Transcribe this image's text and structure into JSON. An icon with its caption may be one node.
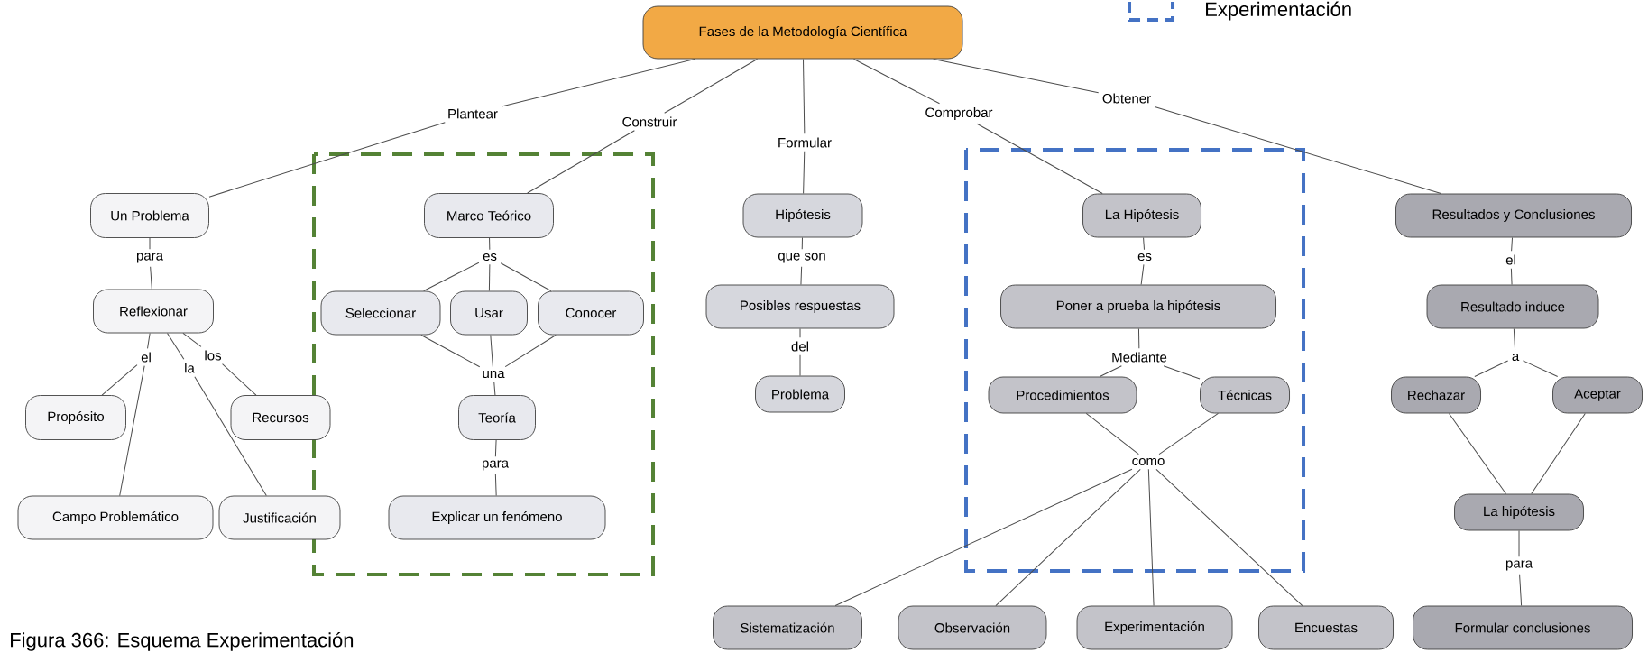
{
  "diagram": {
    "caption": "Figura 366: Esquema Experimentación",
    "nodes": [
      {
        "text": [
          "Fases de la Metodología Científica"
        ]
      },
      {
        "text": [
          "Plantear"
        ]
      },
      {
        "text": [
          "Construir"
        ]
      },
      {
        "text": [
          "Formular"
        ]
      },
      {
        "text": [
          "Comprobar"
        ]
      },
      {
        "text": [
          "Obtener"
        ]
      },
      {
        "text": [
          "Un Problema"
        ]
      },
      {
        "text": [
          "para"
        ]
      },
      {
        "text": [
          "Reflexionar"
        ]
      },
      {
        "text": [
          "el"
        ]
      },
      {
        "text": [
          "la"
        ]
      },
      {
        "text": [
          "los"
        ]
      },
      {
        "text": [
          "Propósito"
        ]
      },
      {
        "text": [
          "Recursos"
        ]
      },
      {
        "text": [
          "Campo Problemático"
        ]
      },
      {
        "text": [
          "Justificación"
        ]
      },
      {
        "text": [
          "Marco Teórico"
        ]
      },
      {
        "text": [
          "es"
        ]
      },
      {
        "text": [
          "Seleccionar"
        ]
      },
      {
        "text": [
          "Usar"
        ]
      },
      {
        "text": [
          "Conocer"
        ]
      },
      {
        "text": [
          "una"
        ]
      },
      {
        "text": [
          "Teoría"
        ]
      },
      {
        "text": [
          "para"
        ]
      },
      {
        "text": [
          "Explicar un fenómeno"
        ]
      },
      {
        "text": [
          "Hipótesis"
        ]
      },
      {
        "text": [
          "que son"
        ]
      },
      {
        "text": [
          "Posibles respuestas"
        ]
      },
      {
        "text": [
          "del"
        ]
      },
      {
        "text": [
          "Problema"
        ]
      },
      {
        "text": [
          "La Hipótesis"
        ]
      },
      {
        "text": [
          "es"
        ]
      },
      {
        "text": [
          "Poner a prueba la hipótesis"
        ]
      },
      {
        "text": [
          "Mediante"
        ]
      },
      {
        "text": [
          "Procedimientos"
        ]
      },
      {
        "text": [
          "Técnicas"
        ]
      },
      {
        "text": [
          "como"
        ]
      },
      {
        "text": [
          "Sistematización"
        ]
      },
      {
        "text": [
          "Observación"
        ]
      },
      {
        "text": [
          "Experimentación"
        ]
      },
      {
        "text": [
          "Encuestas"
        ]
      },
      {
        "text": [
          "Resultados y Conclusiones"
        ]
      },
      {
        "text": [
          "el"
        ]
      },
      {
        "text": [
          "Resultado induce"
        ]
      },
      {
        "text": [
          "a"
        ]
      },
      {
        "text": [
          "Rechazar"
        ]
      },
      {
        "text": [
          "Aceptar"
        ]
      },
      {
        "text": [
          "La hipótesis"
        ]
      },
      {
        "text": [
          "para"
        ]
      },
      {
        "text": [
          "Formular conclusiones"
        ]
      }
    ],
    "edges": [
      {
        "from": 0,
        "to": 1,
        "arrow": "none"
      },
      {
        "from": 1,
        "to": 6,
        "arrow": "none"
      },
      {
        "from": 0,
        "to": 2,
        "arrow": "none"
      },
      {
        "from": 2,
        "to": 16,
        "arrow": "none"
      },
      {
        "from": 0,
        "to": 3,
        "arrow": "none"
      },
      {
        "from": 3,
        "to": 25,
        "arrow": "none"
      },
      {
        "from": 0,
        "to": 4,
        "arrow": "none"
      },
      {
        "from": 4,
        "to": 30,
        "arrow": "none"
      },
      {
        "from": 0,
        "to": 5,
        "arrow": "none"
      },
      {
        "from": 5,
        "to": 41,
        "arrow": "none"
      },
      {
        "from": 6,
        "to": 7,
        "arrow": "none"
      },
      {
        "from": 7,
        "to": 8,
        "arrow": "none"
      },
      {
        "from": 8,
        "to": 9,
        "arrow": "none"
      },
      {
        "from": 9,
        "to": 12,
        "arrow": "none"
      },
      {
        "from": 9,
        "to": 14,
        "arrow": "none"
      },
      {
        "from": 8,
        "to": 10,
        "arrow": "none"
      },
      {
        "from": 10,
        "to": 15,
        "arrow": "none"
      },
      {
        "from": 8,
        "to": 11,
        "arrow": "none"
      },
      {
        "from": 11,
        "to": 13,
        "arrow": "none"
      },
      {
        "from": 16,
        "to": 17,
        "arrow": "none"
      },
      {
        "from": 17,
        "to": 18,
        "arrow": "none"
      },
      {
        "from": 17,
        "to": 19,
        "arrow": "none"
      },
      {
        "from": 17,
        "to": 20,
        "arrow": "none"
      },
      {
        "from": 18,
        "to": 21,
        "arrow": "none"
      },
      {
        "from": 19,
        "to": 21,
        "arrow": "none"
      },
      {
        "from": 20,
        "to": 21,
        "arrow": "none"
      },
      {
        "from": 21,
        "to": 22,
        "arrow": "none"
      },
      {
        "from": 22,
        "to": 23,
        "arrow": "none"
      },
      {
        "from": 23,
        "to": 24,
        "arrow": "none"
      },
      {
        "from": 25,
        "to": 26,
        "arrow": "none"
      },
      {
        "from": 26,
        "to": 27,
        "arrow": "none"
      },
      {
        "from": 27,
        "to": 28,
        "arrow": "none"
      },
      {
        "from": 28,
        "to": 29,
        "arrow": "none"
      },
      {
        "from": 30,
        "to": 31,
        "arrow": "none"
      },
      {
        "from": 31,
        "to": 32,
        "arrow": "none"
      },
      {
        "from": 32,
        "to": 33,
        "arrow": "none"
      },
      {
        "from": 33,
        "to": 34,
        "arrow": "none"
      },
      {
        "from": 33,
        "to": 35,
        "arrow": "none"
      },
      {
        "from": 34,
        "to": 36,
        "arrow": "none"
      },
      {
        "from": 35,
        "to": 36,
        "arrow": "none"
      },
      {
        "from": 36,
        "to": 37,
        "arrow": "none"
      },
      {
        "from": 36,
        "to": 38,
        "arrow": "none"
      },
      {
        "from": 36,
        "to": 39,
        "arrow": "none"
      },
      {
        "from": 36,
        "to": 40,
        "arrow": "none"
      },
      {
        "from": 41,
        "to": 42,
        "arrow": "none"
      },
      {
        "from": 42,
        "to": 43,
        "arrow": "none"
      },
      {
        "from": 43,
        "to": 44,
        "arrow": "none"
      },
      {
        "from": 44,
        "to": 45,
        "arrow": "none"
      },
      {
        "from": 44,
        "to": 46,
        "arrow": "none"
      },
      {
        "from": 45,
        "to": 47,
        "arrow": "none"
      },
      {
        "from": 46,
        "to": 47,
        "arrow": "none"
      },
      {
        "from": 47,
        "to": 48,
        "arrow": "none"
      },
      {
        "from": 48,
        "to": 49,
        "arrow": "none"
      }
    ],
    "legend": [
      {
        "text": "Experimentación"
      }
    ]
  }
}
